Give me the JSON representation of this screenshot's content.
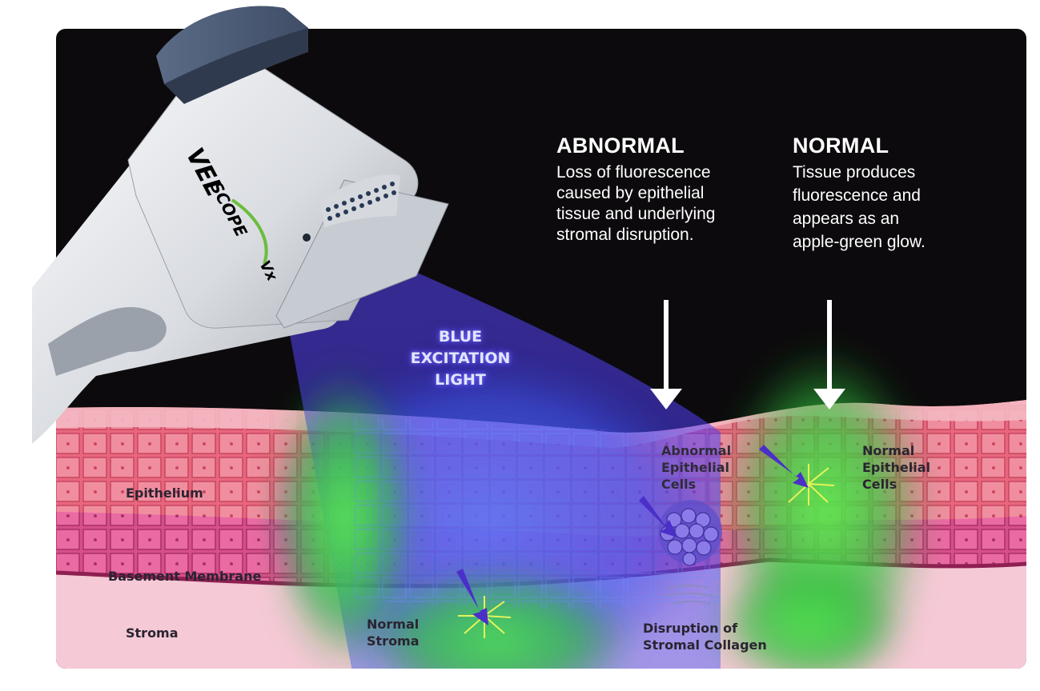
{
  "device": {
    "brand_main": "VEL",
    "brand_sub": "SCOPE",
    "brand_suffix": "Vx"
  },
  "callouts": {
    "abnormal": {
      "title": "ABNORMAL",
      "lines": [
        "Loss of fluorescence",
        "caused by epithelial",
        "tissue and underlying",
        "stromal disruption."
      ]
    },
    "normal": {
      "title": "NORMAL",
      "lines": [
        "Tissue produces",
        "fluorescence and",
        "appears as an",
        "apple-green glow."
      ]
    }
  },
  "light_label": [
    "BLUE",
    "EXCITATION",
    "LIGHT"
  ],
  "tissue_labels": {
    "epithelium": "Epithelium",
    "basement_membrane": "Basement Membrane",
    "stroma": "Stroma",
    "normal_stroma": [
      "Normal",
      "Stroma"
    ],
    "abnormal_cells": [
      "Abnormal",
      "Epithelial",
      "Cells"
    ],
    "normal_cells": [
      "Normal",
      "Epithelial",
      "Cells"
    ],
    "collagen": [
      "Disruption of",
      "Stromal Collagen"
    ]
  },
  "colors": {
    "background_panel": "#0c0a0c",
    "epithelium": "#e8667e",
    "stroma": "#f5c9d6",
    "membrane": "#8e1f52",
    "blue_light": "#4b3cff",
    "green_glow": "#37d24a",
    "arrow": "#ffffff"
  }
}
